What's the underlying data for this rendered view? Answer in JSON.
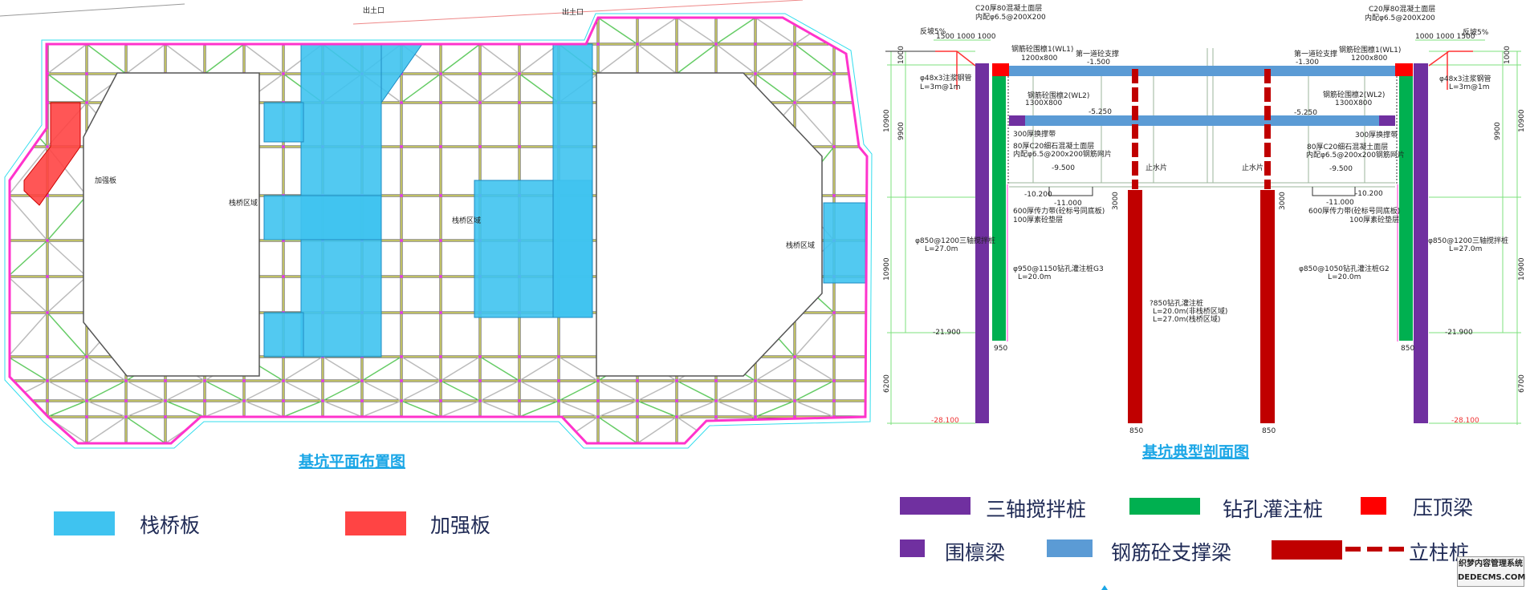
{
  "plan": {
    "title": "基坑平面布置图",
    "labels": {
      "reinforce": "加强板",
      "trestle_1": "栈桥区域",
      "trestle_2": "栈桥区域",
      "trestle_3": "栈桥区域",
      "exit_1": "出土口",
      "exit_2": "出土口"
    }
  },
  "section": {
    "title": "基坑典型剖面图",
    "left": {
      "cap_note_1": "C20厚80混凝土面层",
      "cap_note_2": "内配φ6.5@200X200",
      "slope": "反坡5%",
      "dims_top": "1500  1000 1000",
      "pipe_1": "φ48x3注浆钢管",
      "pipe_2": "L=3m@1m",
      "wl1_1": "钢筋砼围檩1(WL1)",
      "wl1_2": "1200x800",
      "strut1": "第一道砼支撑",
      "lvl1": "-1.500",
      "wl2_1": "钢筋砼围檩2(WL2)",
      "wl2_2": "1300X800",
      "lvl2": "-5.250",
      "band": "300厚换撑带",
      "slab_1": "80厚C20细石混凝土面层",
      "slab_2": "内配φ6.5@200x200钢筋网片",
      "lvl3": "-9.500",
      "lvl4": "-10.200",
      "lvl5": "-11.000",
      "force_1": "600厚传力带(砼标号同底板)",
      "force_2": "100厚素砼垫层",
      "smw_1": "φ850@1200三轴搅拌桩",
      "smw_2": "L=27.0m",
      "bored_1": "φ950@1150钻孔灌注桩G3",
      "bored_2": "L=20.0m",
      "lvl6": "-21.900",
      "lvl7": "-28.100",
      "dim_1000": "1000",
      "dim_9900": "9900",
      "dim_10900": "10900",
      "dim_10900b": "10900",
      "dim_6200": "6200",
      "dim_950": "950"
    },
    "middle": {
      "water_1": "止水片",
      "water_2": "止水片",
      "dim_3000a": "3000",
      "dim_3000b": "3000",
      "col_1": "?850钻孔灌注桩",
      "col_2": "L=20.0m(非栈桥区域)",
      "col_3": "L=27.0m(栈桥区域)",
      "w850a": "850",
      "w850b": "850"
    },
    "right": {
      "cap_note_1": "C20厚80混凝土面层",
      "cap_note_2": "内配φ6.5@200X200",
      "slope": "反坡5%",
      "dims_top": "1000 1000  1500",
      "pipe_1": "φ48x3注浆钢管",
      "pipe_2": "L=3m@1m",
      "wl1_1": "钢筋砼围檩1(WL1)",
      "wl1_2": "1200x800",
      "strut1": "第一道砼支撑",
      "lvl1": "-1.300",
      "wl2_1": "钢筋砼围檩2(WL2)",
      "wl2_2": "1300X800",
      "lvl2": "-5.250",
      "band": "300厚换撑带",
      "slab_1": "80厚C20细石混凝土面层",
      "slab_2": "内配φ6.5@200x200钢筋网片",
      "lvl3": "-9.500",
      "lvl4": "-10.200",
      "lvl5": "-11.000",
      "force_1": "600厚传力带(砼标号同底板)",
      "force_2": "100厚素砼垫层",
      "smw_1": "φ850@1200三轴搅拌桩",
      "smw_2": "L=27.0m",
      "bored_1": "φ850@1050钻孔灌注桩G2",
      "bored_2": "L=20.0m",
      "lvl6": "-21.900",
      "lvl7": "-28.100",
      "dim_1000": "1000",
      "dim_9900": "9900",
      "dim_10900": "10900",
      "dim_10900b": "10900",
      "dim_6700": "6700",
      "dim_850": "850"
    }
  },
  "legend_left": [
    {
      "label": "栈桥板",
      "color": "#3fc3f0"
    },
    {
      "label": "加强板",
      "color": "#ff4444"
    }
  ],
  "legend_right": [
    {
      "label": "三轴搅拌桩",
      "color": "#7030a0"
    },
    {
      "label": "钻孔灌注桩",
      "color": "#00b050"
    },
    {
      "label": "压顶梁",
      "color": "#ff0000"
    },
    {
      "label": "围檩梁",
      "color": "#7030a0"
    },
    {
      "label": "钢筋砼支撑梁",
      "color": "#5b9bd5"
    },
    {
      "label": "立柱桩",
      "color": "#c00000"
    }
  ],
  "watermark": {
    "line1": "织梦内容管理系统",
    "line2": "DEDECMS.COM"
  }
}
